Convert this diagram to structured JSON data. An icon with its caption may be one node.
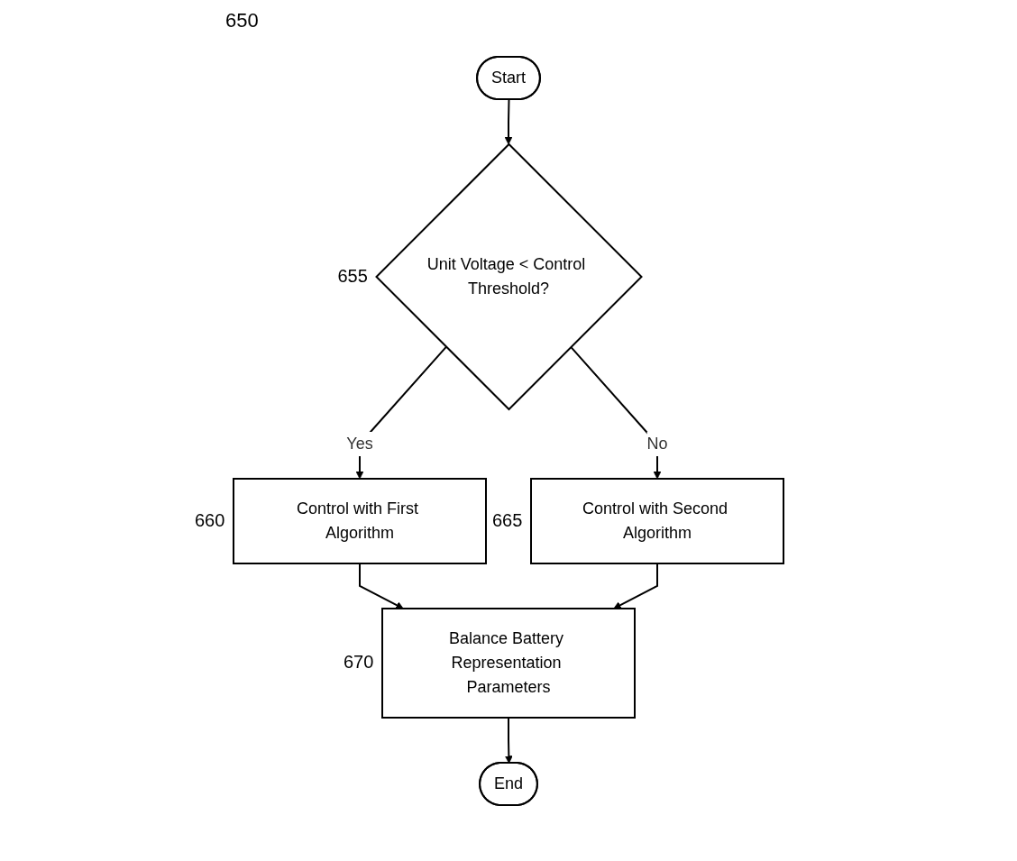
{
  "diagram": {
    "nodes": [
      {
        "text": [
          "Start"
        ]
      },
      {
        "text": [
          "Unit Voltage < Control Threshold?"
        ],
        "beside": [
          "655"
        ]
      },
      {
        "text": [
          "Control with First Algorithm"
        ],
        "beside": [
          "660"
        ]
      },
      {
        "text": [
          "Control with Second Algorithm"
        ],
        "beside": [
          "665"
        ]
      },
      {
        "text": [
          "Balance Battery Representation Parameters"
        ],
        "beside": [
          "670"
        ]
      },
      {
        "text": [
          "End"
        ]
      }
    ],
    "edges": [
      {
        "from": 0,
        "to": 1,
        "arrow": "to"
      },
      {
        "from": 1,
        "to": 2,
        "label": "Yes",
        "arrow": "to"
      },
      {
        "from": 1,
        "to": 3,
        "label": "No",
        "arrow": "to"
      },
      {
        "from": 2,
        "to": 4,
        "arrow": "to"
      },
      {
        "from": 3,
        "to": 4,
        "arrow": "to"
      },
      {
        "from": 4,
        "to": 5,
        "arrow": "to"
      }
    ],
    "labels": [
      "650"
    ]
  }
}
